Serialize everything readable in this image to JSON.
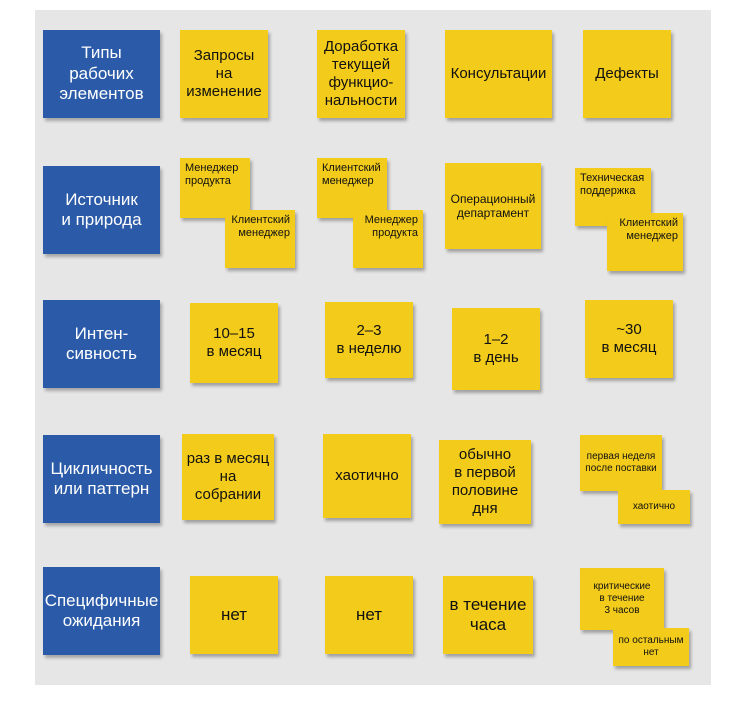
{
  "rows": [
    {
      "header": "Типы\nрабочих\nэлементов",
      "notes": [
        "Запросы\nна\nизменение",
        "Доработка\nтекущей\nфункцио-\nнальности",
        "Консультации",
        "Дефекты"
      ]
    },
    {
      "header": "Источник\nи природа",
      "pairs": [
        [
          "Менеджер\nпродукта",
          "Клиентский\nменеджер"
        ],
        [
          "Клиентский\nменеджер",
          "Менеджер\nпродукта"
        ]
      ],
      "single": "Операционный\nдепартамент",
      "last_pair": [
        "Техническая\nподдержка",
        "Клиентский\nменеджер"
      ]
    },
    {
      "header": "Интен-\nсивность",
      "notes": [
        "10–15\nв месяц",
        "2–3\nв неделю",
        "1–2\nв день",
        "~30\nв месяц"
      ]
    },
    {
      "header": "Цикличность\nили паттерн",
      "notes": [
        "раз в месяц\nна\nсобрании",
        "хаотично",
        "обычно\nв первой\nполовине\nдня"
      ],
      "last_pair": [
        "первая неделя\nпосле поставки",
        "хаотично"
      ]
    },
    {
      "header": "Специфичные\nожидания",
      "notes": [
        "нет",
        "нет",
        "в течение\nчаса"
      ],
      "last_pair": [
        "критические\nв течение\n3 часов",
        "по остальным\nнет"
      ]
    }
  ]
}
